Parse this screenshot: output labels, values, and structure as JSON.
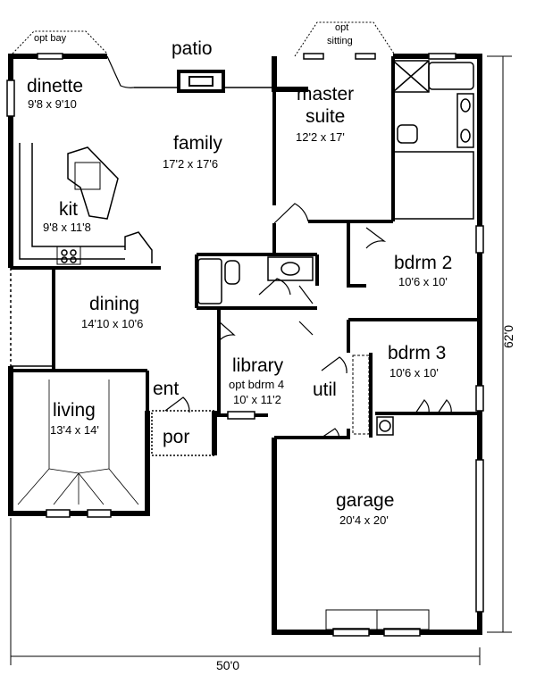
{
  "rooms": {
    "patio": {
      "name": "patio"
    },
    "dinette": {
      "name": "dinette",
      "size": "9'8 x 9'10"
    },
    "family": {
      "name": "family",
      "size": "17'2 x 17'6"
    },
    "kit": {
      "name": "kit",
      "size": "9'8 x 11'8"
    },
    "master": {
      "name1": "master",
      "name2": "suite",
      "size": "12'2 x 17'"
    },
    "bdrm2": {
      "name": "bdrm 2",
      "size": "10'6 x 10'"
    },
    "bdrm3": {
      "name": "bdrm 3",
      "size": "10'6 x 10'"
    },
    "dining": {
      "name": "dining",
      "size": "14'10 x 10'6"
    },
    "library": {
      "name": "library",
      "alt": "opt bdrm 4",
      "size": "10' x 11'2"
    },
    "util": {
      "name": "util"
    },
    "ent": {
      "name": "ent"
    },
    "por": {
      "name": "por"
    },
    "living": {
      "name": "living",
      "size": "13'4 x 14'"
    },
    "garage": {
      "name": "garage",
      "size": "20'4 x 20'"
    }
  },
  "options": {
    "bay": "opt bay",
    "sitting1": "opt",
    "sitting2": "sitting"
  },
  "dimensions": {
    "width": "50'0",
    "depth": "62'0"
  }
}
